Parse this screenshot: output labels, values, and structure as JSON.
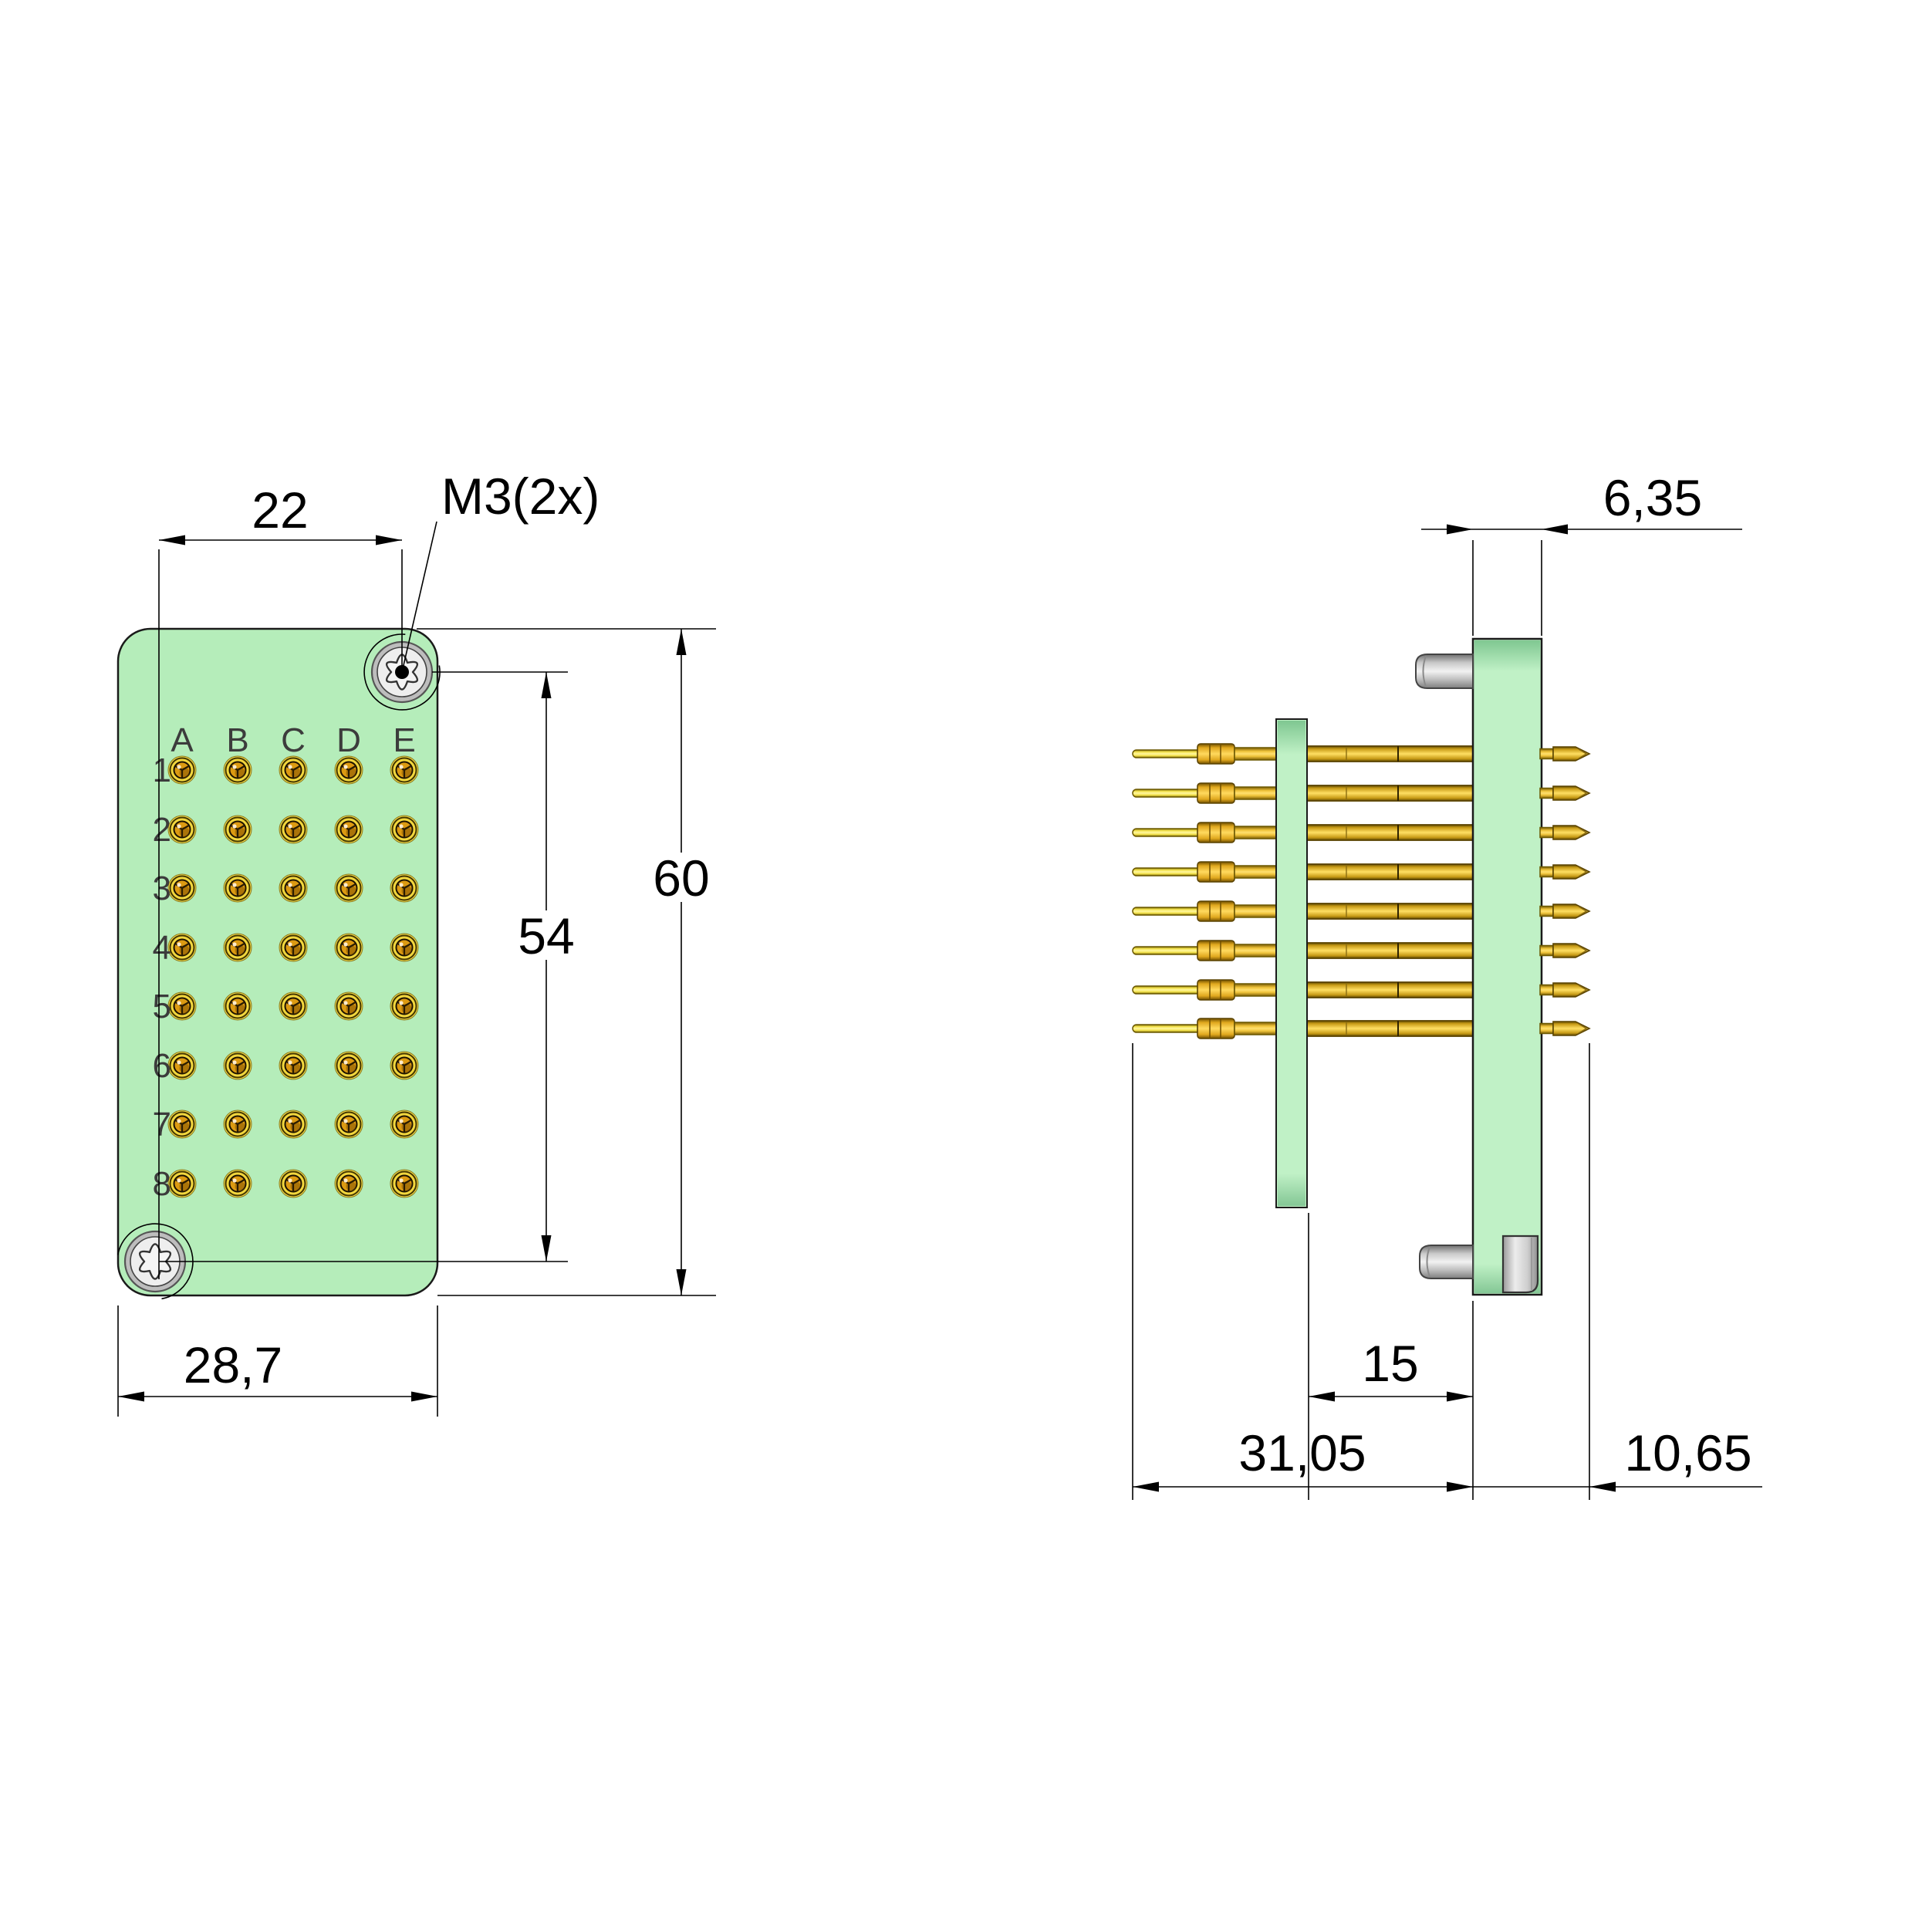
{
  "front_view": {
    "column_labels": [
      "A",
      "B",
      "C",
      "D",
      "E"
    ],
    "row_labels": [
      "1",
      "2",
      "3",
      "4",
      "5",
      "6",
      "7",
      "8"
    ],
    "dims": {
      "screw_pitch_h": "22",
      "thread_callout": "M3(2x)",
      "plate_height": "60",
      "screw_pitch_v": "54",
      "plate_width": "28,7"
    }
  },
  "side_view": {
    "dims": {
      "plate_thickness": "6,35",
      "plate_gap": "15",
      "tail_side_length": "31,05",
      "tip_side_length": "10,65"
    }
  },
  "colors": {
    "plate_front": "#b5edba",
    "plate_side": "#c0f1c6",
    "bevel_dark": "#82cb93",
    "outline": "#1a1a1a",
    "contact_ring": "#f2d73e",
    "contact_core": "#dc9a12",
    "pin_gold_mid": "#ffdf63",
    "pin_tail": "#f4e24a",
    "steel_face": "#eeeeee",
    "steel_ring": "#bdbdbd"
  }
}
